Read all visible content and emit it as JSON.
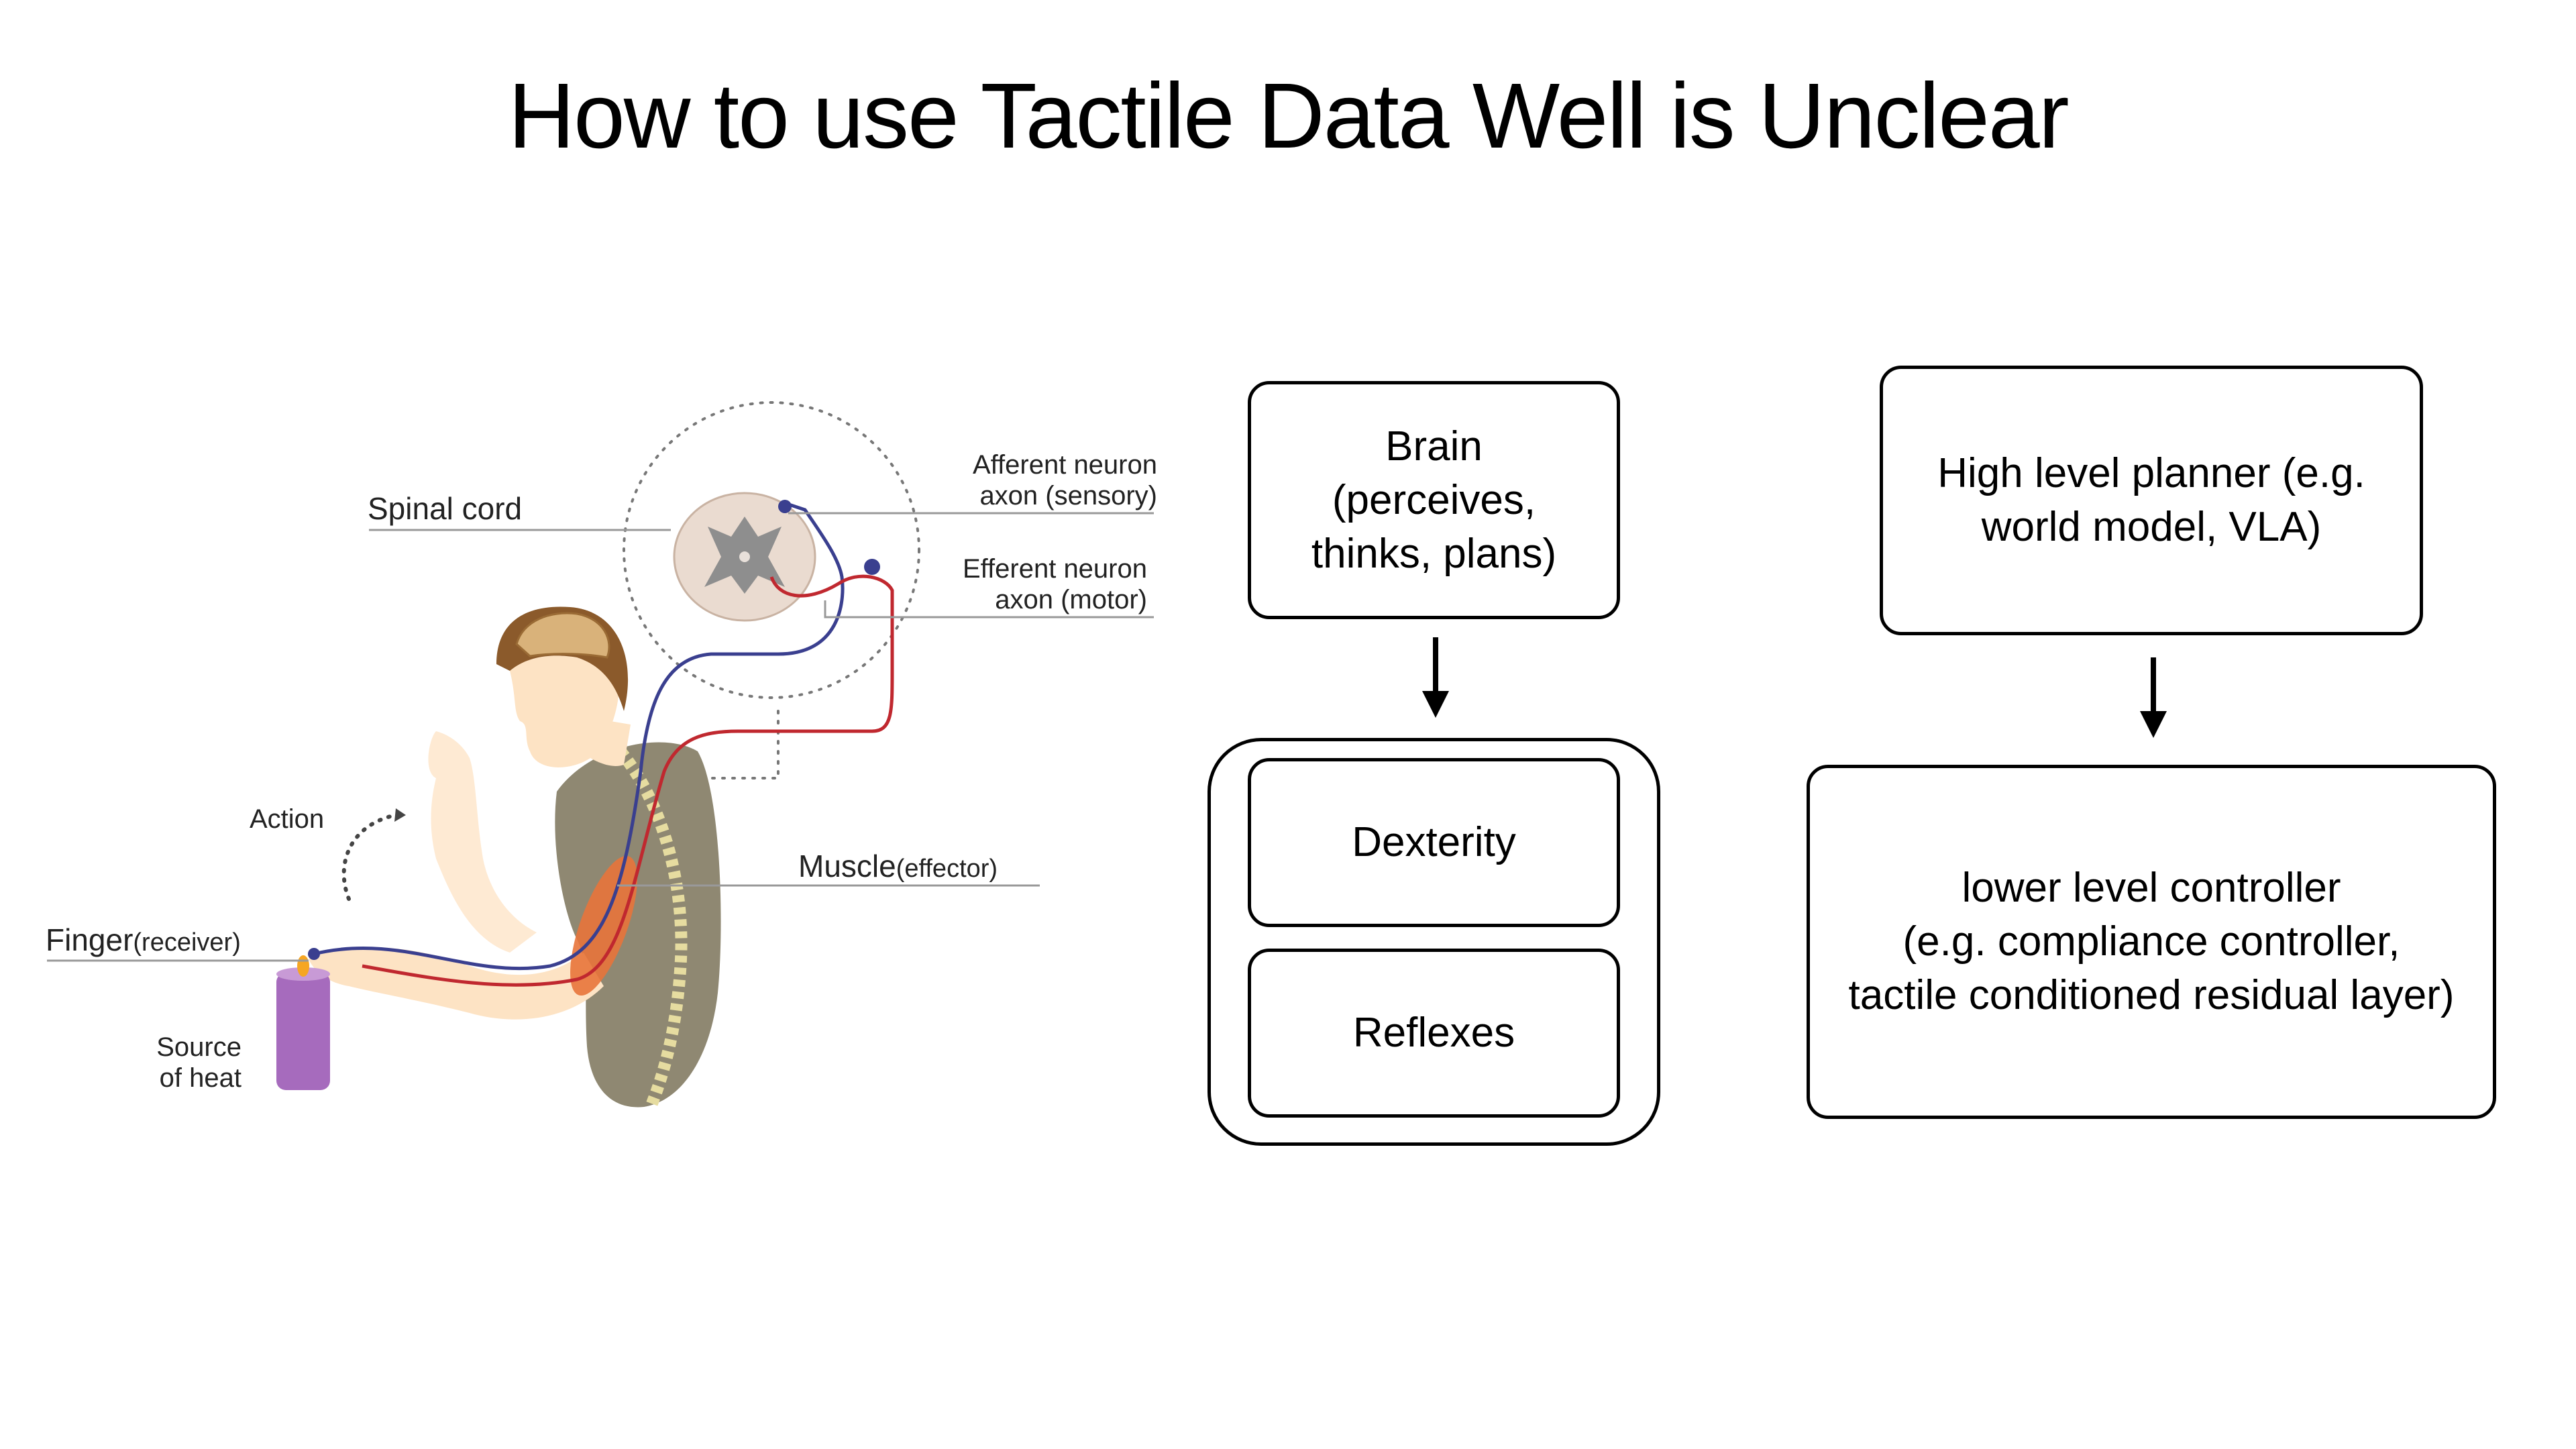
{
  "title": "How to use Tactile Data Well is Unclear",
  "figure": {
    "labels": {
      "spinal_cord": "Spinal cord",
      "afferent_line1": "Afferent neuron",
      "afferent_line2": "axon (sensory)",
      "efferent_line1": "Efferent neuron",
      "efferent_line2": "axon (motor)",
      "action": "Action",
      "muscle": "Muscle",
      "muscle_sub": "(effector)",
      "finger": "Finger",
      "finger_sub": "(receiver)",
      "source_line1": "Source",
      "source_line2": "of heat"
    },
    "colors": {
      "sensory": "#3a3f8f",
      "motor": "#c0282f",
      "skin": "#fde3c4",
      "shirt": "#8f8872",
      "hair": "#8b5a2b",
      "candle": "#a66bbd"
    }
  },
  "human_diagram": {
    "brain": [
      "Brain",
      "(perceives,",
      "thinks, plans)"
    ],
    "dexterity": "Dexterity",
    "reflexes": "Reflexes"
  },
  "robot_diagram": {
    "planner": [
      "High level planner (e.g.",
      "world model, VLA)"
    ],
    "controller": [
      "lower level controller",
      "(e.g. compliance controller,",
      "tactile conditioned residual layer)"
    ]
  }
}
